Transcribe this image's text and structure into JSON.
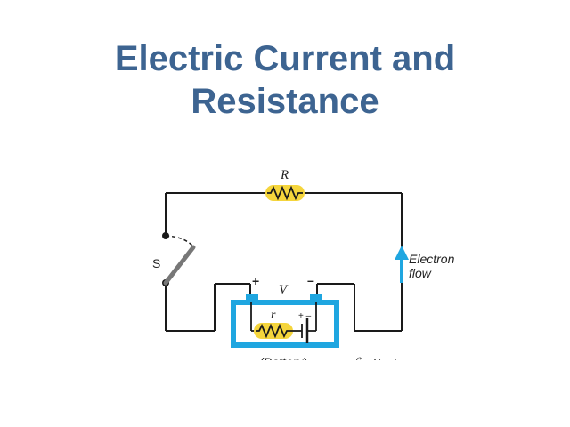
{
  "slide": {
    "title_line1": "Electric Current and",
    "title_line2": "Resistance"
  },
  "diagram": {
    "labels": {
      "resistor": "R",
      "switch": "S",
      "voltage": "V",
      "internal_resistance": "r",
      "cell_polarity": "+ –",
      "terminal_plus": "+",
      "terminal_minus": "–",
      "electron_flow_line1": "Electron",
      "electron_flow_line2": "flow",
      "battery": "(Battery)",
      "equation": "ℰ – V – Ir"
    },
    "colors": {
      "wire": "#1a1a1a",
      "battery_box": "#1fa6e0",
      "resistor_fill": "#f5d53c",
      "arrow": "#1fa6e0",
      "title": "#3d6491"
    }
  }
}
